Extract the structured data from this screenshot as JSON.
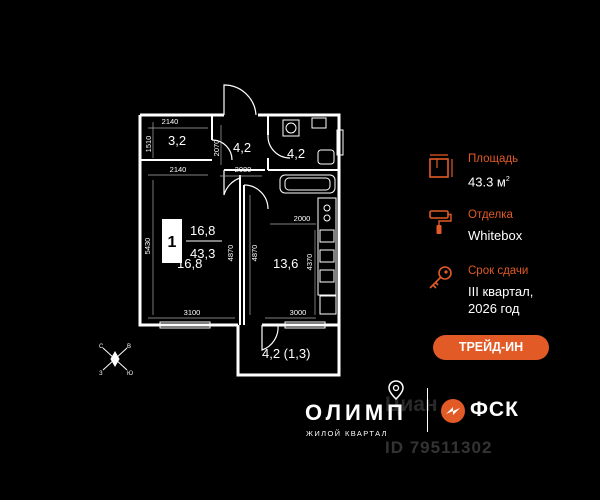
{
  "plan": {
    "dimensions": {
      "top_left_width": "2140",
      "top_left_height": "1510",
      "hall_height": "2070",
      "mid_left_width": "2140",
      "mid_center_width": "2080",
      "kitchen_width": "2000",
      "left_height": "5430",
      "center_height": "4870",
      "right_height": "4870",
      "kitchen_height": "4370",
      "bottom_left_width": "3100",
      "bottom_right_width": "3000"
    },
    "rooms": {
      "wardrobe": "3,2",
      "hall": "4,2",
      "bathroom": "4,2",
      "bedroom": "16,8",
      "kitchen": "13,6",
      "balcony": "4,2 (1,3)"
    },
    "summary": {
      "rooms_count": "1",
      "living_area": "16,8",
      "total_area": "43,3"
    },
    "compass": {
      "north": "С",
      "east": "В",
      "south": "Ю",
      "west": "З"
    }
  },
  "info": {
    "area_label": "Площадь",
    "area_value": "43.3 м",
    "area_unit_sup": "2",
    "finish_label": "Отделка",
    "finish_value": "Whitebox",
    "deadline_label": "Срок сдачи",
    "deadline_line1": "III квартал,",
    "deadline_line2": "2026 год",
    "icons": [
      "floor-plan-icon",
      "paint-roller-icon",
      "key-icon"
    ]
  },
  "trade_in_label": "ТРЕЙД-ИН",
  "brand": {
    "project_name": "ОЛИМП",
    "project_sub": "ЖИЛОЙ КВАРТАЛ",
    "developer": "ФСК"
  },
  "watermark": {
    "text": "Циан",
    "id": "ID 79511302"
  },
  "colors": {
    "accent": "#e25a26",
    "background": "#000000",
    "lines": "#ffffff"
  }
}
